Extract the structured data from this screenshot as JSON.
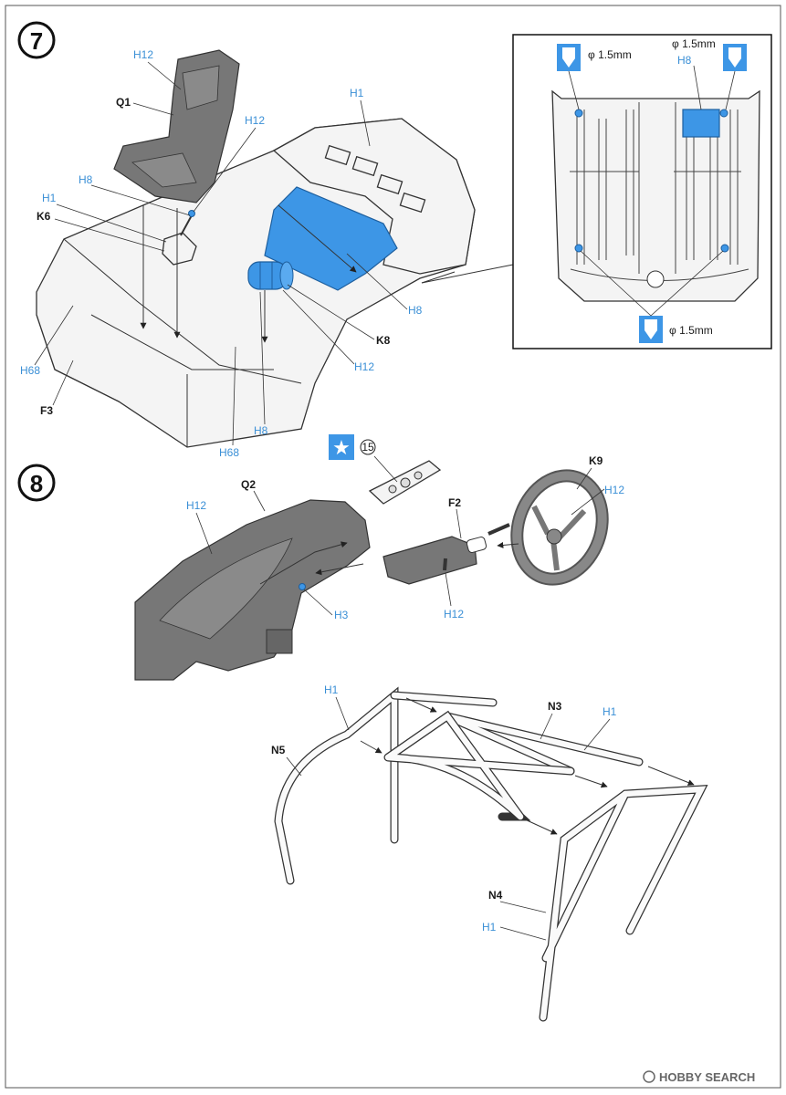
{
  "steps": {
    "step7": "7",
    "step8": "8"
  },
  "step7": {
    "parts": {
      "q1": "Q1",
      "k6": "K6",
      "f3": "F3",
      "k8": "K8"
    },
    "colors": {
      "h12_a": "H12",
      "h1_a": "H1",
      "h12_b": "H12",
      "h8_a": "H8",
      "h1_b": "H1",
      "h68_a": "H68",
      "h8_b": "H8",
      "h12_c": "H12",
      "h8_c": "H8",
      "h68_b": "H68"
    },
    "inset": {
      "drill_top_left": "φ 1.5mm",
      "drill_top_right": "φ 1.5mm",
      "color_h8": "H8",
      "drill_bottom": "φ 1.5mm"
    }
  },
  "step8": {
    "decal_number": "15",
    "parts": {
      "q2": "Q2",
      "f2": "F2",
      "k9": "K9",
      "n3": "N3",
      "n5": "N5",
      "n4": "N4"
    },
    "colors": {
      "h12_dash": "H12",
      "h12_wheel": "H12",
      "h3": "H3",
      "h12_column": "H12",
      "h1_n5": "H1",
      "h1_n3": "H1",
      "h1_n4": "H1"
    }
  },
  "watermark": "HOBBY SEARCH",
  "palette": {
    "accent_blue": "#3d96e6",
    "label_blue": "#3a8fd6",
    "dark_gray": "#777777"
  }
}
